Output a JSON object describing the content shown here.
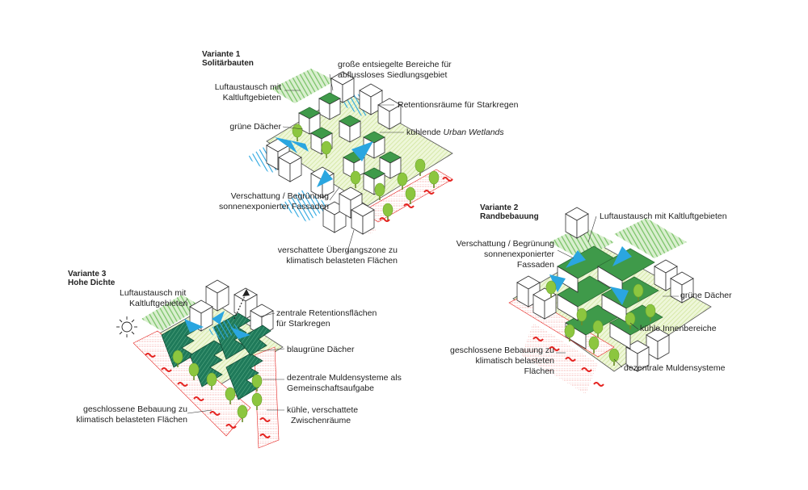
{
  "variant1": {
    "title": "Variante 1",
    "subtitle": "Solitärbauten",
    "labels": {
      "sealed_l1": "große entsiegelte Bereiche für",
      "sealed_l2": "abflussloses Siedlungsgebiet",
      "air_l1": "Luftaustausch mit",
      "air_l2": "Kaltluftgebieten",
      "retention": "Retentionsräume für Starkregen",
      "roofs": "grüne Dächer",
      "wetlands_a": "kühlende ",
      "wetlands_b": "Urban Wetlands",
      "shade_l1": "Verschattung / Begrünung",
      "shade_l2": "sonnenexponierter Fassaden",
      "transition_l1": "verschattete Übergangszone zu",
      "transition_l2": "klimatisch belasteten Flächen"
    }
  },
  "variant2": {
    "title": "Variante 2",
    "subtitle": "Randbebauung",
    "labels": {
      "air": "Luftaustausch mit Kaltluftgebieten",
      "shade_l1": "Verschattung / Begrünung",
      "shade_l2": "sonnenexponierter",
      "shade_l3": "Fassaden",
      "roofs": "grüne Dächer",
      "inner": "kühle Innenbereiche",
      "closed_l1": "geschlossene Bebauung zu",
      "closed_l2": "klimatisch belasteten",
      "closed_l3": "Flächen",
      "swales": "dezentrale Muldensysteme"
    }
  },
  "variant3": {
    "title": "Variante 3",
    "subtitle": "Hohe Dichte",
    "labels": {
      "air_l1": "Luftaustausch mit",
      "air_l2": "Kaltluftgebieten",
      "retention_l1": "zentrale Retentionsflächen",
      "retention_l2": "für Starkregen",
      "roofs": "blaugrüne Dächer",
      "swales_l1": "dezentrale Muldensysteme als",
      "swales_l2": "Gemeinschaftsaufgabe",
      "closed_l1": "geschlossene Bebauung zu",
      "closed_l2": "klimatisch belasteten Flächen",
      "cool_l1": "kühle, verschattete",
      "cool_l2": "Zwischenräume"
    }
  },
  "colors": {
    "green_roof": "#3f9a4a",
    "blue_green_roof": "#1f7a5a",
    "tree": "#8cc63f",
    "air": "#2aa6e0",
    "heat": "#e52421",
    "hatch_green": "#79c267"
  },
  "icons": [
    "sun-icon",
    "tree-icon",
    "arrow-icon",
    "building-icon"
  ]
}
